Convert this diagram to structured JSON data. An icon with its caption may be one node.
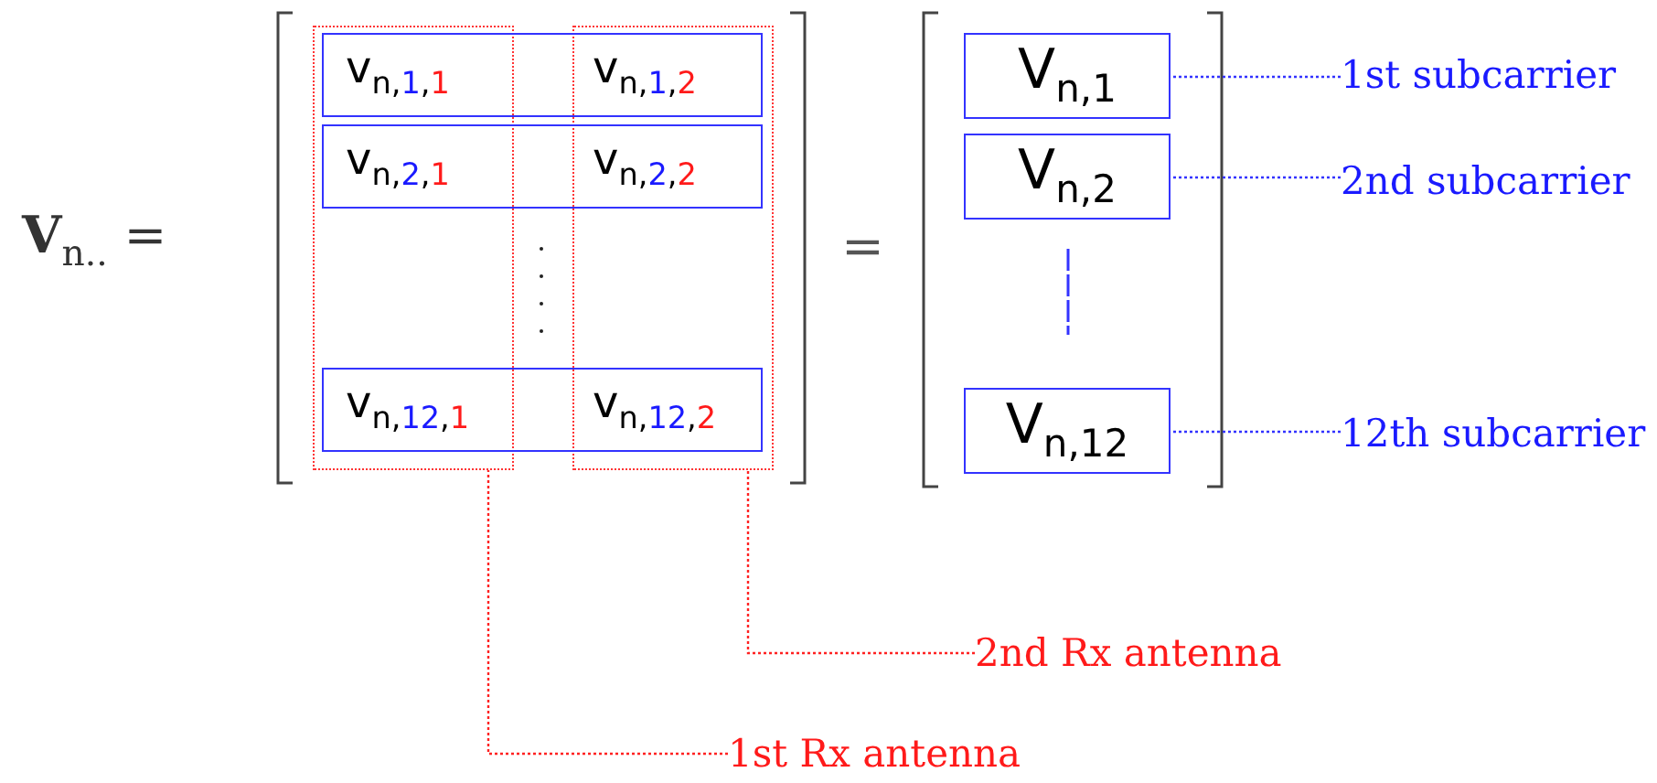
{
  "diagram": {
    "nodes": [
      {
        "text": [],
        "shape": "box"
      },
      {
        "text": [],
        "shape": "box"
      },
      {
        "text": [
          "v$_{n,1,1}$",
          "v$_{n,1,2}$"
        ]
      },
      {
        "text": [
          "v$_{n,2,1}$",
          "v$_{n,2,2}$"
        ]
      },
      {
        "text": [
          "v$_{n,12,1}$",
          "v$_{n,12,2}$"
        ]
      },
      {
        "text": [
          "V$_{n,1}$"
        ]
      },
      {
        "text": [
          "V$_{n,2}$"
        ]
      },
      {
        "text": [
          "V$_{n,12}$"
        ]
      },
      {
        "text": [
          "1st subcarrier"
        ]
      },
      {
        "text": [
          "2nd subcarrier"
        ]
      },
      {
        "text": [
          "12th subcarrier"
        ]
      },
      {
        "text": [
          "2nd Rx antenna"
        ]
      },
      {
        "text": [
          "1st Rx antenna"
        ]
      }
    ],
    "edges": [
      {
        "from": 8,
        "to": 5,
        "arrow": "none",
        "style": "dashed",
        "color": "#3333ff"
      },
      {
        "from": 9,
        "to": 6,
        "arrow": "none",
        "style": "dashed",
        "color": "#3333ff"
      },
      {
        "from": 10,
        "to": 7,
        "arrow": "none",
        "style": "dashed",
        "color": "#3333ff"
      },
      {
        "from": 11,
        "to": 1,
        "arrow": "none",
        "style": "dashed",
        "color": "#ff2222"
      },
      {
        "from": 12,
        "to": 0,
        "arrow": "none",
        "style": "dashed",
        "color": "#ff2222"
      }
    ],
    "labels": [
      "**V**$_{n..}$ =",
      "="
    ]
  }
}
